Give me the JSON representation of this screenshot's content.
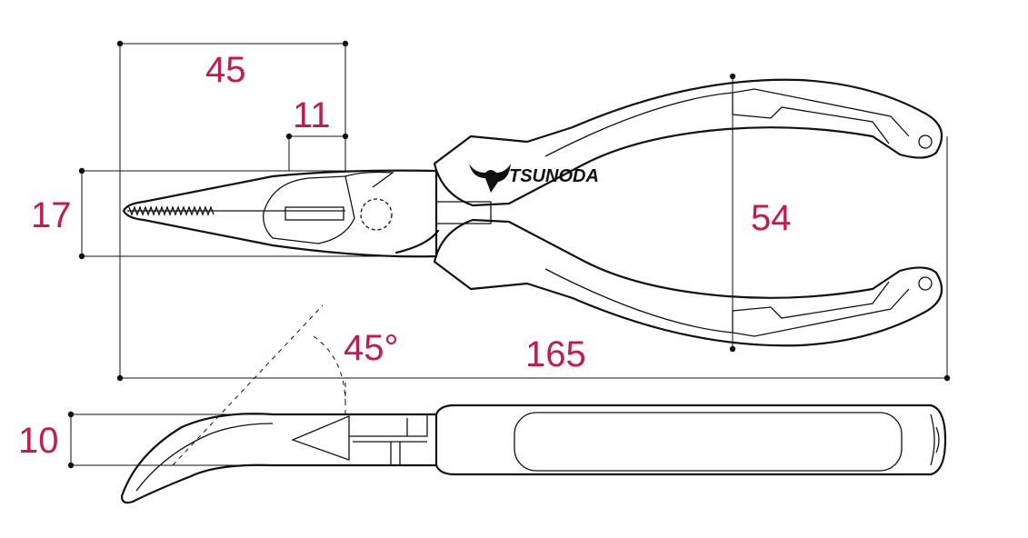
{
  "dimensions": {
    "jaw_length": "45",
    "cutter_length": "11",
    "head_width": "17",
    "handle_width": "54",
    "overall_length": "165",
    "bend_angle": "45°",
    "tip_thickness": "10"
  },
  "logo": {
    "brand": "TSUNODA",
    "icon": "bull-head-icon"
  },
  "colors": {
    "dimension_text": "#c8194b",
    "line": "#111111",
    "background": "#ffffff"
  }
}
